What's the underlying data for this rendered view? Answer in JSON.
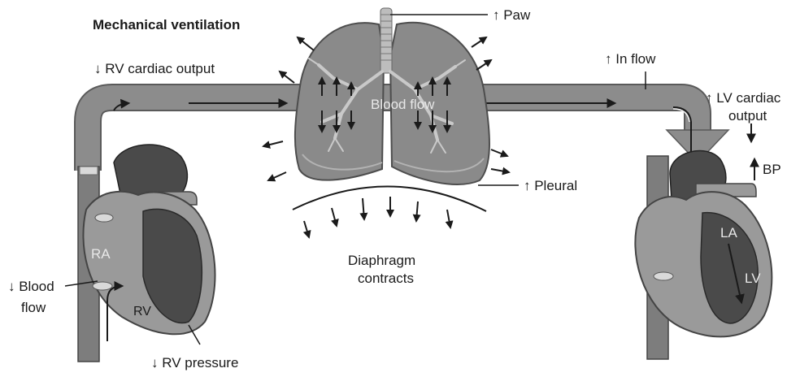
{
  "labels": {
    "title": "Mechanical ventilation",
    "rv_output": "↓ RV cardiac output",
    "paw": "↑ Paw",
    "in_flow": "↑ In flow",
    "lv_output_1": "↑ LV cardiac",
    "lv_output_2": "output",
    "bp": "BP",
    "blood_flow_center": "Blood flow",
    "pleural": "↑ Pleural",
    "diaphragm_1": "Diaphragm",
    "diaphragm_2": "contracts",
    "ra": "RA",
    "rv": "RV",
    "la": "LA",
    "lv": "LV",
    "blood_flow_left_1": "↓ Blood",
    "blood_flow_left_2": "flow",
    "rv_pressure": "↓ RV pressure"
  },
  "colors": {
    "tube": "#8c8c8c",
    "tube_edge": "#555555",
    "lung": "#8a8a8a",
    "lung_inner": "#a3a3a3",
    "heart_light": "#9a9a9a",
    "heart_dark": "#4a4a4a",
    "vessel": "#7d7d7d"
  }
}
